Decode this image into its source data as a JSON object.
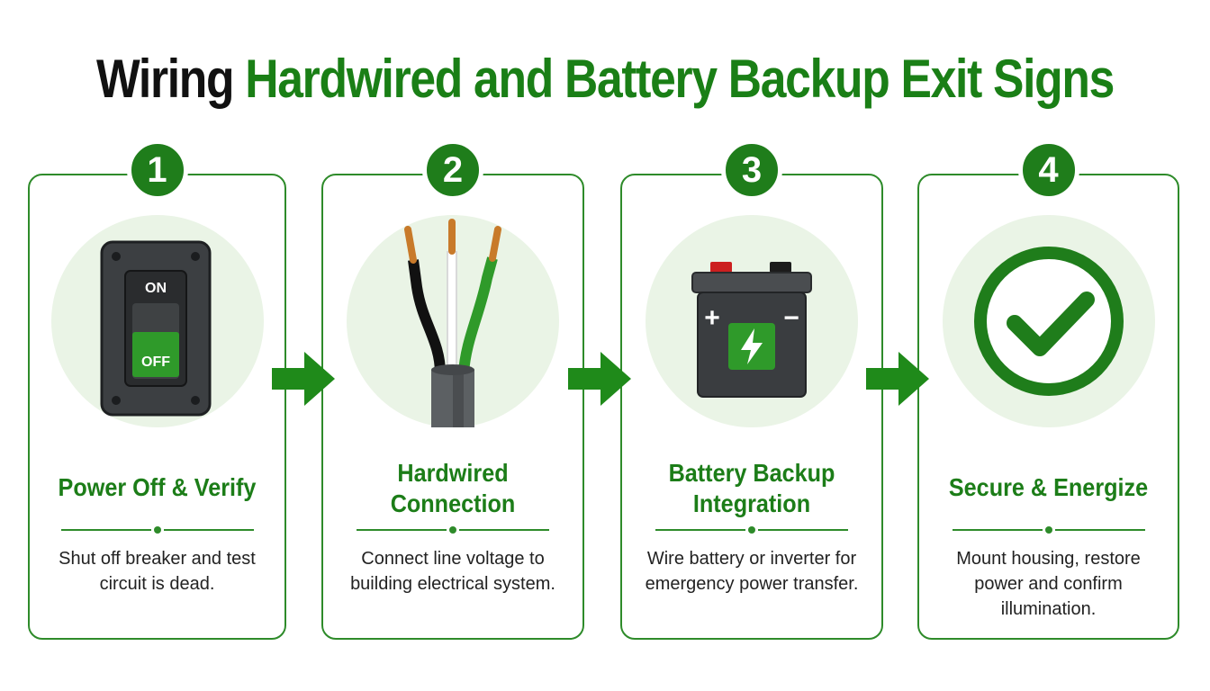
{
  "title": {
    "part1": "Wiring",
    "part2": "Hardwired and Battery Backup Exit Signs"
  },
  "colors": {
    "brand_green": "#1f7d1b",
    "text_dark": "#222222",
    "halo": "#eaf4e6"
  },
  "steps": [
    {
      "number": "1",
      "icon": "light-switch-icon",
      "switch_on_label": "ON",
      "switch_off_label": "OFF",
      "title": "Power Off & Verify",
      "description": "Shut off breaker and test circuit is dead."
    },
    {
      "number": "2",
      "icon": "wire-cable-icon",
      "title": "Hardwired Connection",
      "description": "Connect line voltage to building electrical system."
    },
    {
      "number": "3",
      "icon": "battery-icon",
      "battery_plus": "+",
      "battery_minus": "−",
      "title": "Battery Backup Integration",
      "description": "Wire battery or inverter for emergency power transfer."
    },
    {
      "number": "4",
      "icon": "checkmark-circle-icon",
      "title": "Secure & Energize",
      "description": "Mount housing, restore power and confirm illumination."
    }
  ],
  "connectors": [
    "arrow-right-icon",
    "arrow-right-icon",
    "arrow-right-icon"
  ]
}
